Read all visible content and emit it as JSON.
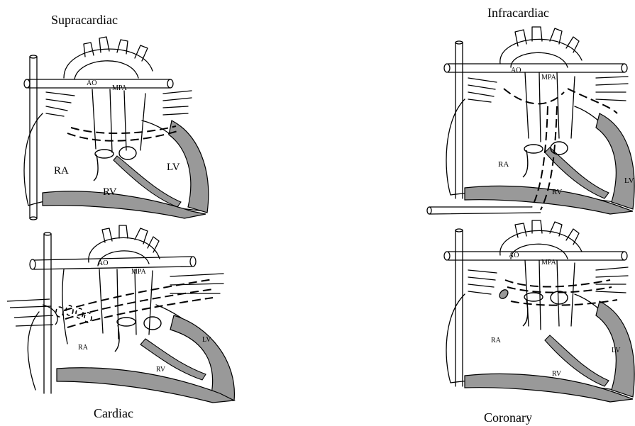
{
  "figure": {
    "panels": [
      {
        "caption": "Supracardiac",
        "labels": {
          "ao": "AO",
          "mpa": "MPA",
          "ra": "RA",
          "rv": "RV",
          "lv": "LV"
        }
      },
      {
        "caption": "Infracardiac",
        "labels": {
          "ao": "AO",
          "mpa": "MPA",
          "ra": "RA",
          "rv": "RV",
          "lv": "LV"
        }
      },
      {
        "caption": "Cardiac",
        "labels": {
          "ao": "AO",
          "mpa": "MPA",
          "ra": "RA",
          "rv": "RV",
          "lv": "LV"
        }
      },
      {
        "caption": "Coronary",
        "labels": {
          "ao": "AO",
          "mpa": "MPA",
          "ra": "RA",
          "rv": "RV",
          "lv": "LV"
        }
      }
    ]
  },
  "colors": {
    "wall_fill": "#999999",
    "line": "#000000",
    "background": "#ffffff"
  }
}
